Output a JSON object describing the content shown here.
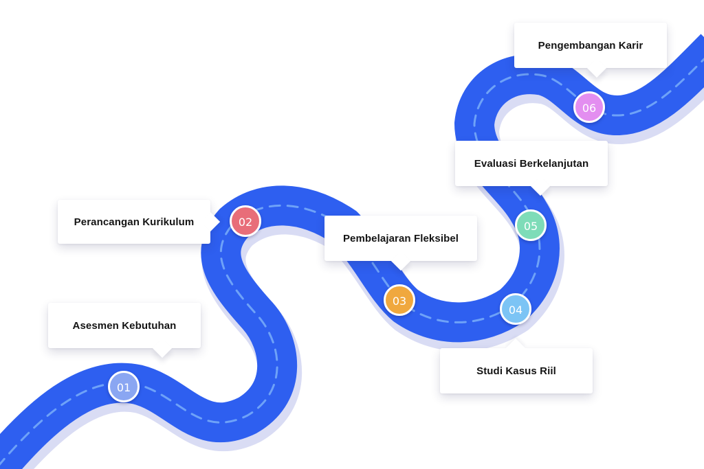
{
  "colors": {
    "road": "#2e5ff0",
    "road_shadow": "#d9dcf4",
    "lane_marking": "#6ea2f8"
  },
  "steps": [
    {
      "number": "01",
      "label": "Asesmen Kebutuhan",
      "color": "#8aa6f2"
    },
    {
      "number": "02",
      "label": "Perancangan Kurikulum",
      "color": "#e86d79"
    },
    {
      "number": "03",
      "label": "Pembelajaran Fleksibel",
      "color": "#f0a83e"
    },
    {
      "number": "04",
      "label": "Studi Kasus Riil",
      "color": "#7cc4f5"
    },
    {
      "number": "05",
      "label": "Evaluasi Berkelanjutan",
      "color": "#7edcb8"
    },
    {
      "number": "06",
      "label": "Pengembangan Karir",
      "color": "#e38ef0"
    }
  ]
}
